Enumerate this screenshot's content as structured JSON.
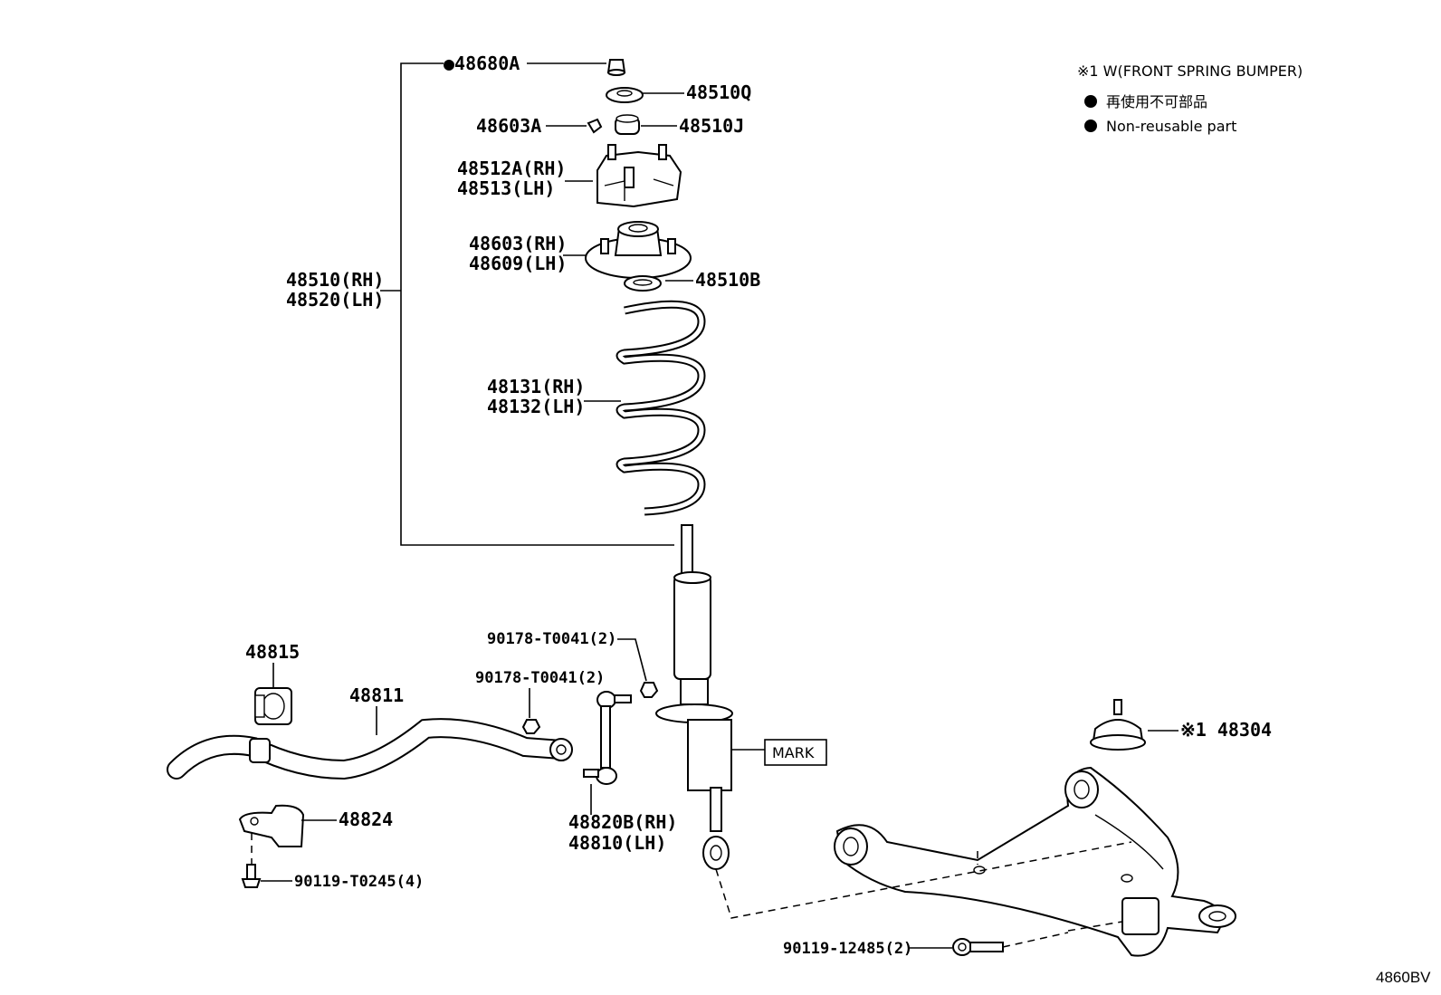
{
  "legend": {
    "note": "※1 W(FRONT SPRING BUMPER)",
    "non_reusable_jp": "再使用不可部品",
    "non_reusable_en": "Non-reusable part"
  },
  "drawing_id": "4860BV",
  "mark_label": "MARK",
  "parts": {
    "p48680A": "●48680A",
    "p48510Q": "48510Q",
    "p48603A": "48603A",
    "p48510J": "48510J",
    "p48512A": "48512A(RH)",
    "p48513": "48513(LH)",
    "p48603": "48603(RH)",
    "p48609": "48609(LH)",
    "p48510B": "48510B",
    "p48510": "48510(RH)",
    "p48520": "48520(LH)",
    "p48131": "48131(RH)",
    "p48132": "48132(LH)",
    "p90178a": "90178-T0041(2)",
    "p90178b": "90178-T0041(2)",
    "p48815": "48815",
    "p48811": "48811",
    "p48824": "48824",
    "p90119a": "90119-T0245(4)",
    "p48820B": "48820B(RH)",
    "p48810": "48810(LH)",
    "p48304": "※1 48304",
    "p90119b": "90119-12485(2)"
  }
}
